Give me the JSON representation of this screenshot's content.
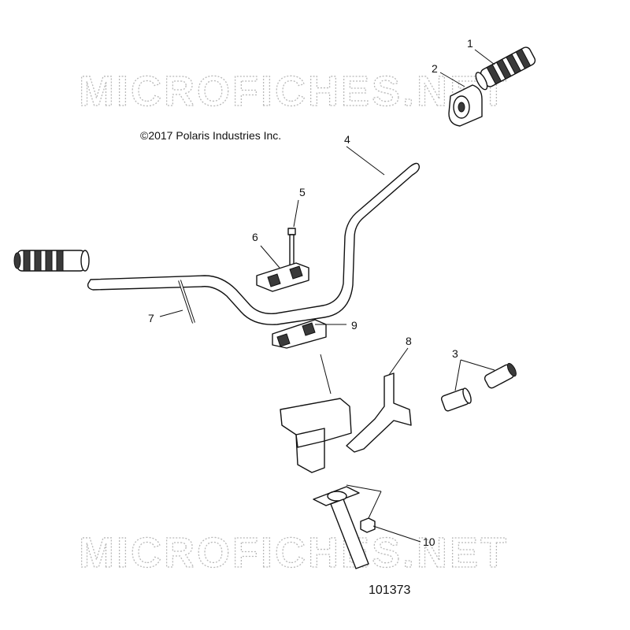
{
  "watermark": {
    "top": "MICROFICHES.NET",
    "bottom": "MICROFICHES.NET"
  },
  "copyright": "©2017 Polaris Industries Inc.",
  "figure_number": "101373",
  "callouts": [
    "1",
    "2",
    "3",
    "4",
    "5",
    "6",
    "7",
    "8",
    "9",
    "10"
  ]
}
